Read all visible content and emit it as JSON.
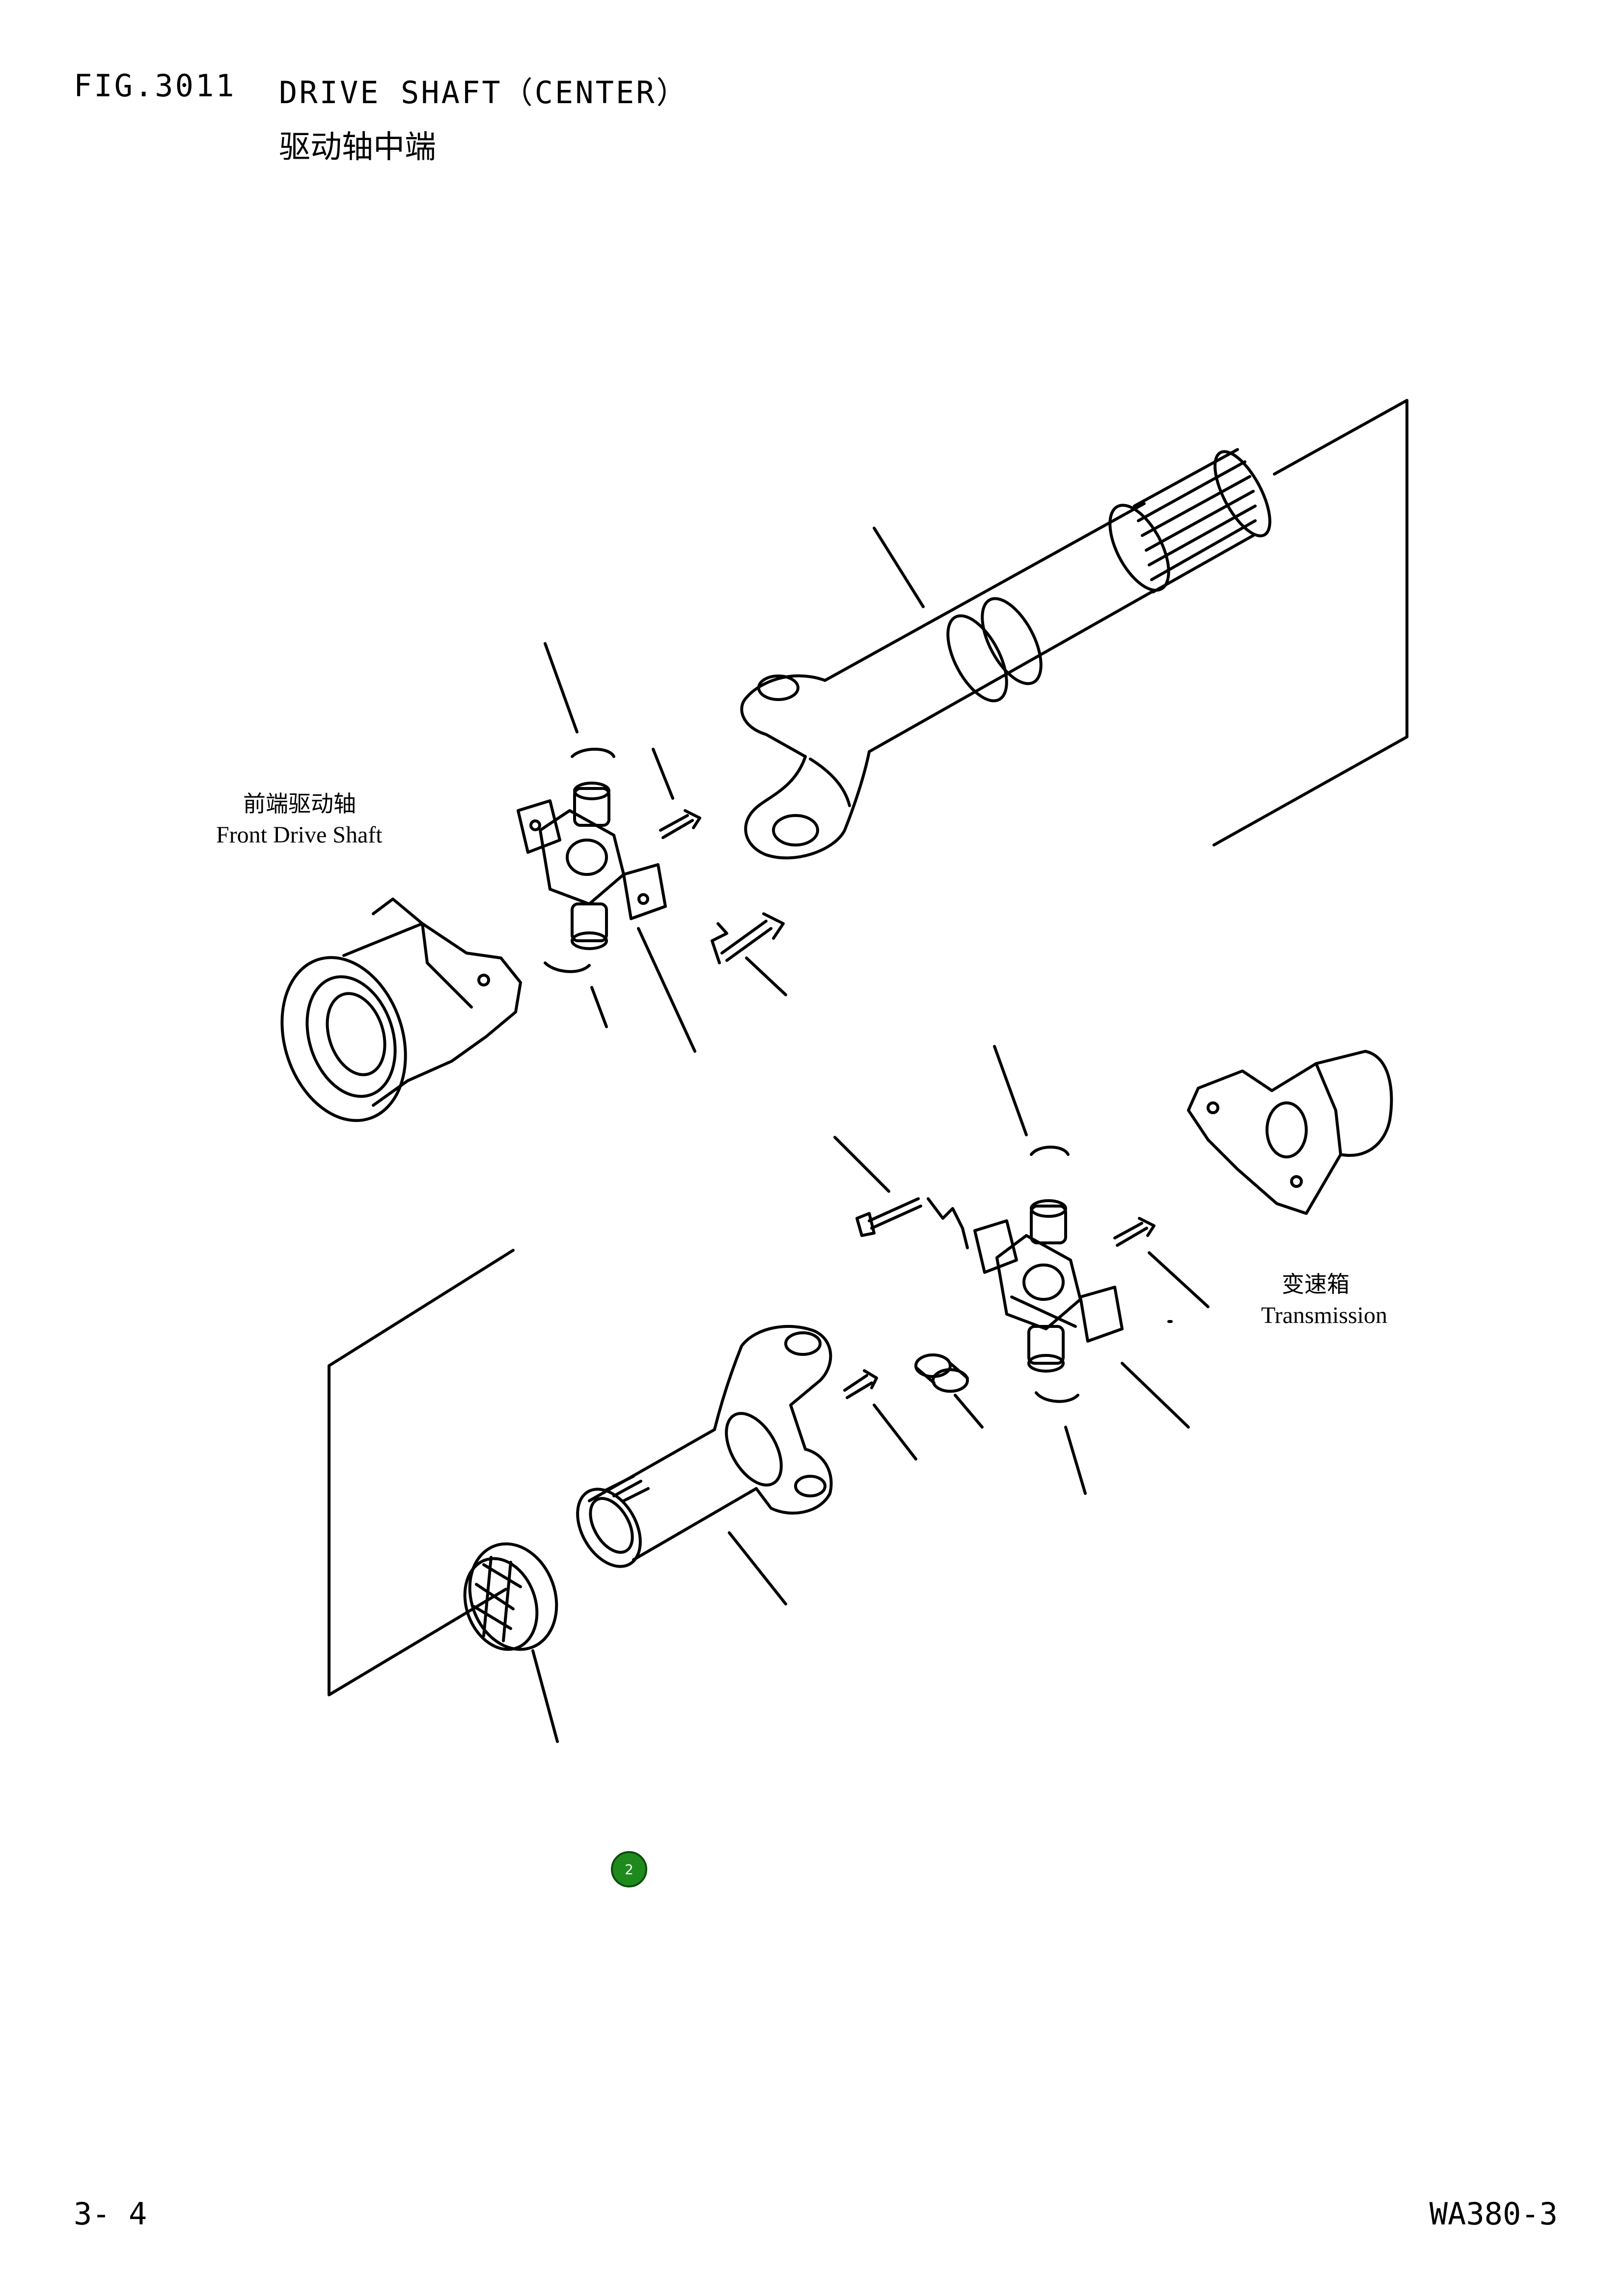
{
  "header": {
    "fig_number": "FIG.3011",
    "title_en": "DRIVE SHAFT（CENTER）",
    "title_cn": "驱动轴中端"
  },
  "labels": {
    "front_drive_shaft_cn": "前端驱动轴",
    "front_drive_shaft_en": "Front Drive Shaft",
    "transmission_cn": "变速箱",
    "transmission_en": "Transmission"
  },
  "marker": {
    "label": "2",
    "color": "#1e8a1e"
  },
  "footer": {
    "page": "3- 4",
    "model": "WA380-3"
  }
}
